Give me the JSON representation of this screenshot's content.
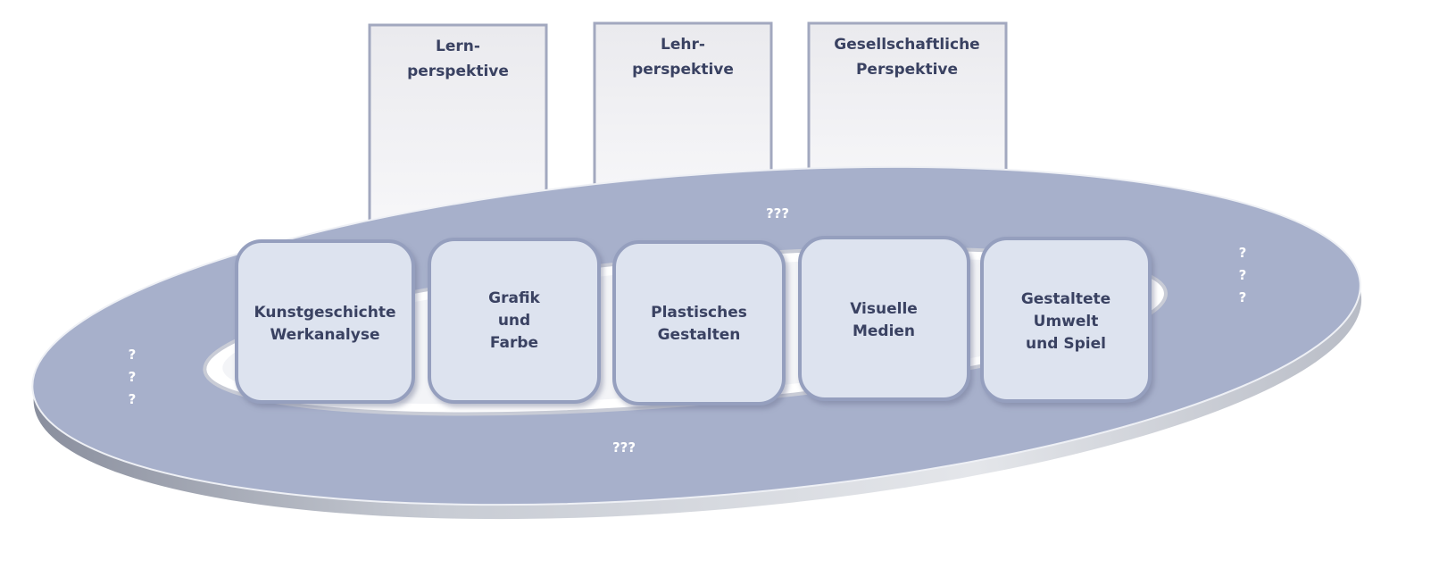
{
  "perspectives": [
    {
      "line1": "Lern-",
      "line2": "perspektive"
    },
    {
      "line1": "Lehr-",
      "line2": "perspektive"
    },
    {
      "line1": "Gesellschaftliche",
      "line2": "Perspektive"
    }
  ],
  "domains": [
    {
      "lines": [
        "Kunstgeschichte",
        "Werkanalyse"
      ]
    },
    {
      "lines": [
        "Grafik",
        "und",
        "Farbe"
      ]
    },
    {
      "lines": [
        "Plastisches",
        "Gestalten"
      ]
    },
    {
      "lines": [
        "Visuelle",
        "Medien"
      ]
    },
    {
      "lines": [
        "Gestaltete",
        "Umwelt",
        "und Spiel"
      ]
    }
  ],
  "unknowns": {
    "top": "???",
    "bottom": "???",
    "left": [
      "?",
      "?",
      "?"
    ],
    "right": [
      "?",
      "?",
      "?"
    ]
  },
  "colors": {
    "disc": "#a7b0cb",
    "box_fill": "#dde3ef",
    "box_stroke": "#959fbe",
    "text": "#3a4262"
  }
}
